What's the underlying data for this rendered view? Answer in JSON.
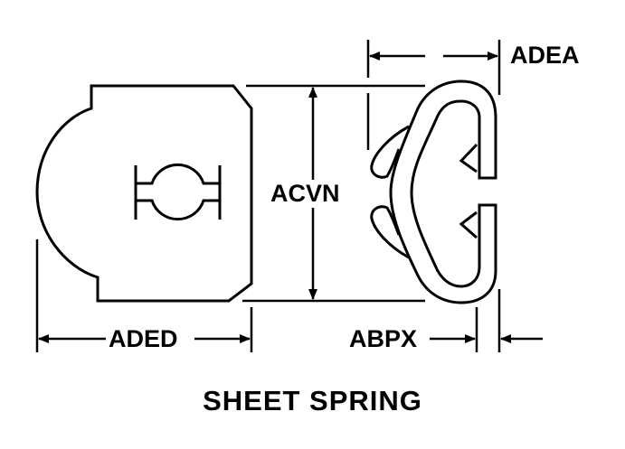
{
  "title": "SHEET SPRING",
  "dimensions": {
    "top_width": "ADEA",
    "height": "ACVN",
    "left_width": "ADED",
    "thickness": "ABPX"
  },
  "colors": {
    "line": "#000000",
    "background": "#ffffff"
  }
}
